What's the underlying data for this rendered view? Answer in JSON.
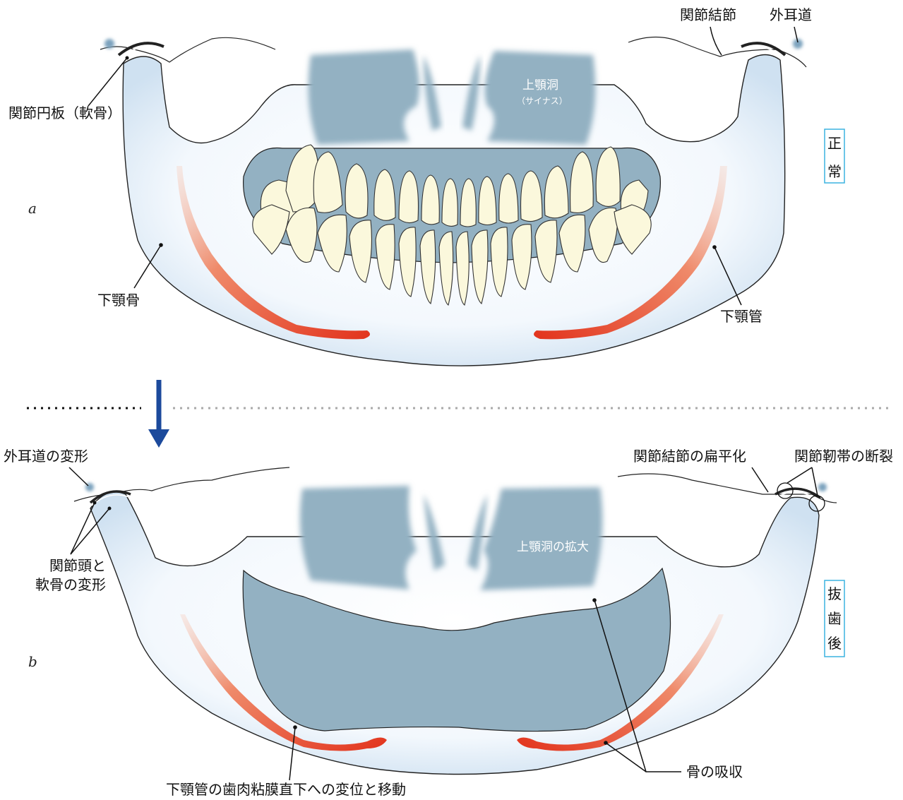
{
  "panel_a": {
    "figure_label": "a",
    "side_label": "正常",
    "labels": {
      "articular_eminence": "関節結節",
      "external_auditory_canal": "外耳道",
      "articular_disc": "関節円板（軟骨）",
      "maxillary_sinus": "上顎洞",
      "maxillary_sinus_sub": "（サイナス）",
      "mandible": "下顎骨",
      "mandibular_canal": "下顎管"
    }
  },
  "panel_b": {
    "figure_label": "b",
    "side_label": "抜歯後",
    "labels": {
      "ear_canal_deformation": "外耳道の変形",
      "eminence_flattening": "関節結節の扁平化",
      "ligament_rupture": "関節靭帯の断裂",
      "condyle_deformation_line1": "関節頭と",
      "condyle_deformation_line2": "軟骨の変形",
      "sinus_enlargement": "上顎洞の拡大",
      "bone_resorption": "骨の吸収",
      "canal_displacement": "下顎管の歯肉粘膜直下への変位と移動"
    }
  },
  "colors": {
    "arrow": "#1c4a9c",
    "canal_red": "#e2331c",
    "sinus_blue": "#93b1c2",
    "side_box_border": "#3bb3e0",
    "tooth": "#fbf8dc"
  }
}
